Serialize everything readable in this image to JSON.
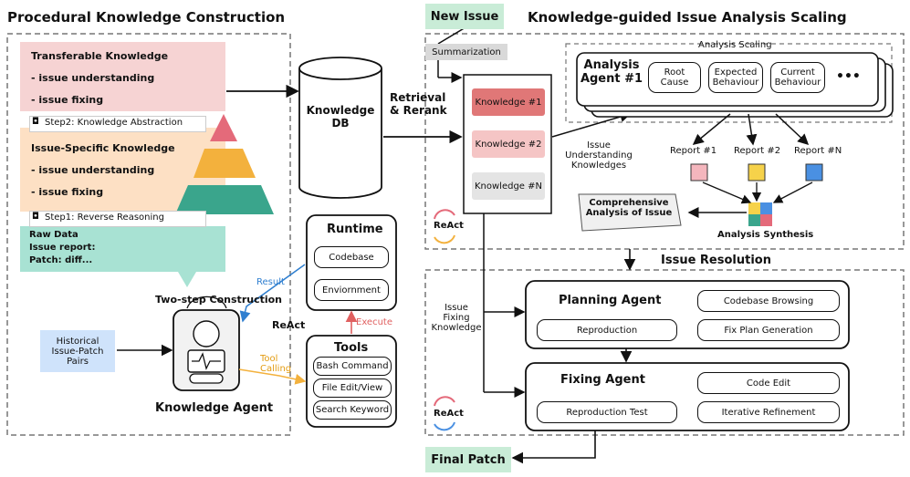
{
  "left": {
    "title": "Procedural Knowledge Construction",
    "transferable": {
      "title": "Transferable Knowledge",
      "items": [
        "- issue understanding",
        "- issue fixing"
      ]
    },
    "step2": "Step2: Knowledge Abstraction",
    "specific": {
      "title": "Issue-Specific Knowledge",
      "items": [
        "- issue understanding",
        "- issue fixing"
      ]
    },
    "step1": "Step1: Reverse Reasoning",
    "raw": {
      "title": "Raw Data",
      "line1": "Issue report:",
      "line2": "Patch: diff..."
    },
    "two_step": "Two-step Construction",
    "historical": "Historical\nIssue-Patch\nPairs",
    "agent_label": "Knowledge Agent",
    "react": "ReAct",
    "result": "Result",
    "tool_calling": "Tool\nCalling",
    "execute": "Execute",
    "runtime": {
      "title": "Runtime",
      "items": [
        "Codebase",
        "Enviornment"
      ]
    },
    "tools": {
      "title": "Tools",
      "items": [
        "Bash Command",
        "File Edit/View",
        "Search Keyword"
      ]
    },
    "db": "Knowledge\nDB"
  },
  "middle": {
    "new_issue": "New Issue",
    "summarization": "Summarization",
    "retrieval": "Retrieval\n& Rerank",
    "knowledge_items": [
      "Knowledge #1",
      "Knowledge #2",
      "Knowledge #N"
    ],
    "react": "ReAct",
    "issue_fixing": "Issue\nFixing\nKnowledge",
    "final_patch": "Final Patch"
  },
  "right": {
    "title": "Knowledge-guided Issue Analysis Scaling",
    "scaling_label": "Analysis Scaling",
    "agent": "Analysis\nAgent #1",
    "aspects": [
      "Root\nCause",
      "Expected\nBehaviour",
      "Current\nBehaviour"
    ],
    "ellipsis": "•••",
    "understanding": "Issue\nUnderstanding\nKnowledges",
    "reports": [
      "Report #1",
      "Report #2",
      "Report #N"
    ],
    "comprehensive": "Comprehensive\nAnalysis of Issue",
    "synthesis": "Analysis Synthesis",
    "react": "ReAct",
    "resolution_title": "Issue Resolution",
    "planning": {
      "title": "Planning Agent",
      "items": [
        "Codebase Browsing",
        "Reproduction",
        "Fix Plan Generation"
      ]
    },
    "fixing": {
      "title": "Fixing Agent",
      "items": [
        "Code Edit",
        "Reproduction Test",
        "Iterative Refinement"
      ]
    }
  },
  "colors": {
    "pink": "#f6d3d3",
    "peach": "#fde0c4",
    "teal": "#a8e2d3",
    "green_label": "#c9ecd7",
    "blue_hist": "#cfe3fb",
    "red": "#e07777",
    "orange": "#f3b13d",
    "teal_dark": "#3aa58c",
    "blue_arrow": "#2f7fd0"
  }
}
